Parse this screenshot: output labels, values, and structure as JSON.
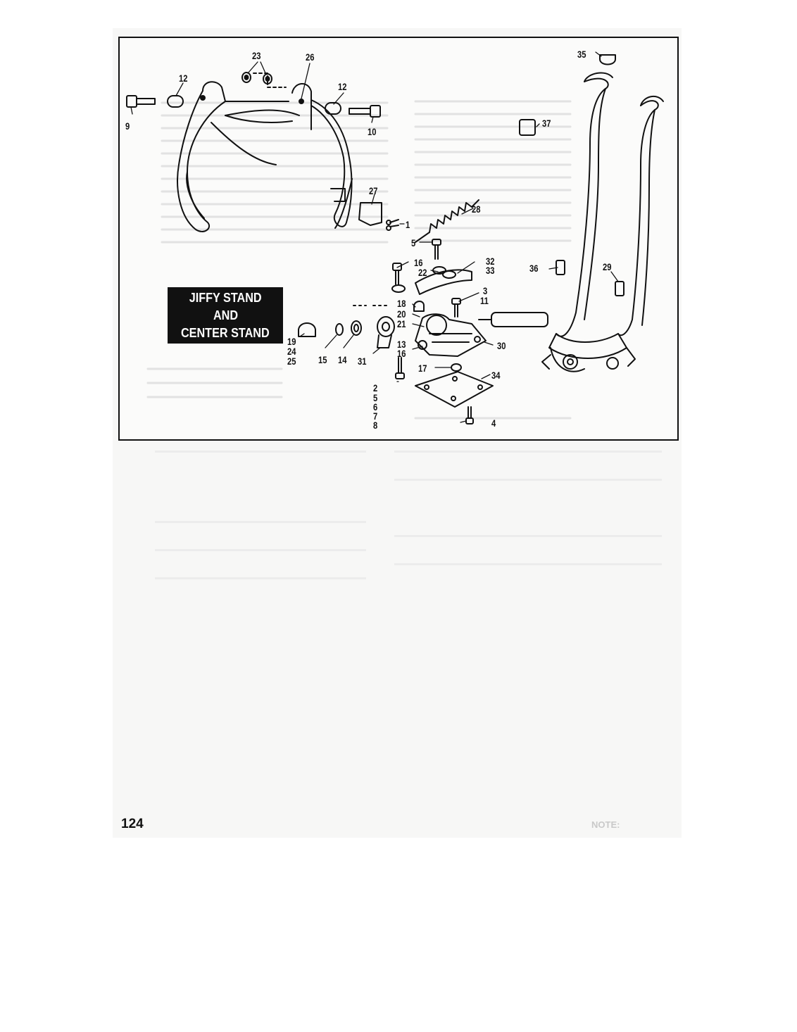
{
  "title_lines": [
    "JIFFY STAND",
    "AND",
    "CENTER STAND"
  ],
  "page_number": "124",
  "footer_note": "NOTE:",
  "callouts": [
    {
      "id": "c23",
      "text": "23"
    },
    {
      "id": "c26",
      "text": "26"
    },
    {
      "id": "c12a",
      "text": "12"
    },
    {
      "id": "c12b",
      "text": "12"
    },
    {
      "id": "c9",
      "text": "9"
    },
    {
      "id": "c10",
      "text": "10"
    },
    {
      "id": "c35",
      "text": "35"
    },
    {
      "id": "c37",
      "text": "37"
    },
    {
      "id": "c27",
      "text": "27"
    },
    {
      "id": "c28",
      "text": "28"
    },
    {
      "id": "c1",
      "text": "1"
    },
    {
      "id": "c5",
      "text": "5"
    },
    {
      "id": "c16a",
      "text": "16"
    },
    {
      "id": "c22",
      "text": "22"
    },
    {
      "id": "c32",
      "text": "32"
    },
    {
      "id": "c33",
      "text": "33"
    },
    {
      "id": "c36",
      "text": "36"
    },
    {
      "id": "c29",
      "text": "29"
    },
    {
      "id": "c3",
      "text": "3"
    },
    {
      "id": "c11",
      "text": "11"
    },
    {
      "id": "c18",
      "text": "18"
    },
    {
      "id": "c20",
      "text": "20"
    },
    {
      "id": "c21",
      "text": "21"
    },
    {
      "id": "c13",
      "text": "13"
    },
    {
      "id": "c16b",
      "text": "16"
    },
    {
      "id": "c30",
      "text": "30"
    },
    {
      "id": "c17",
      "text": "17"
    },
    {
      "id": "c34",
      "text": "34"
    },
    {
      "id": "c19",
      "text": "19"
    },
    {
      "id": "c24",
      "text": "24"
    },
    {
      "id": "c25",
      "text": "25"
    },
    {
      "id": "c15",
      "text": "15"
    },
    {
      "id": "c14",
      "text": "14"
    },
    {
      "id": "c31",
      "text": "31"
    },
    {
      "id": "c2",
      "text": "2"
    },
    {
      "id": "c5b",
      "text": "5"
    },
    {
      "id": "c6",
      "text": "6"
    },
    {
      "id": "c7",
      "text": "7"
    },
    {
      "id": "c8",
      "text": "8"
    },
    {
      "id": "c4",
      "text": "4"
    }
  ]
}
